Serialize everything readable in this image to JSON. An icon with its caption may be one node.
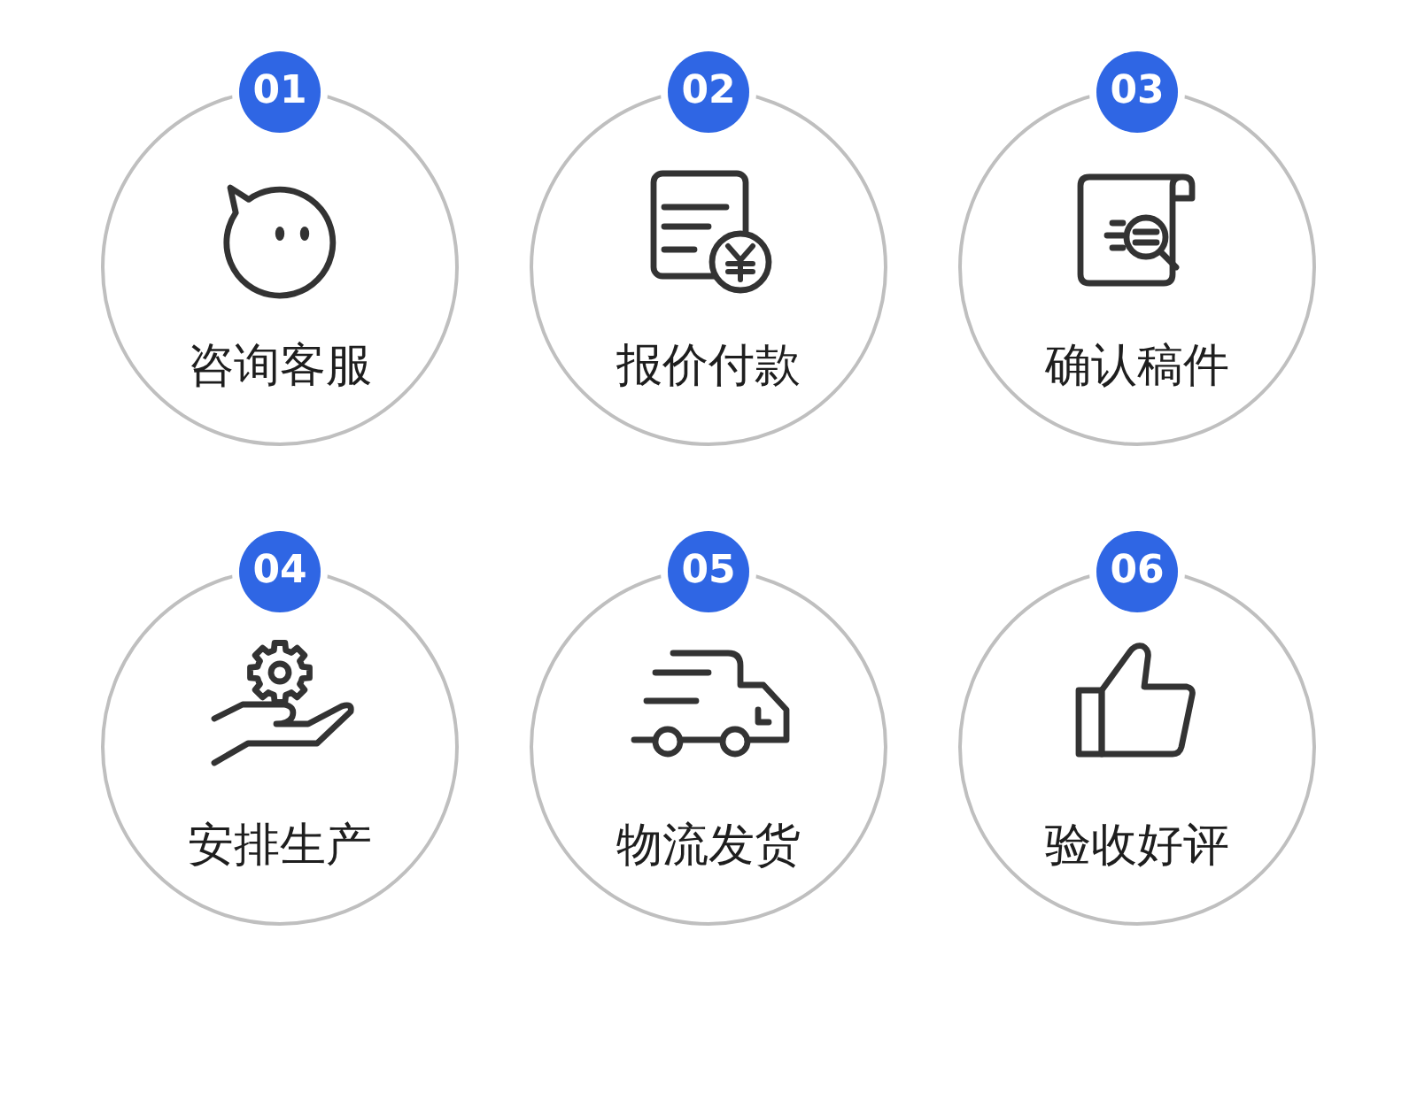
{
  "diagram": {
    "nodes": [
      {
        "text": [
          "01"
        ]
      },
      {
        "text": [
          "咨询客服"
        ]
      },
      {
        "text": [
          "02"
        ]
      },
      {
        "text": [
          "报价付款"
        ]
      },
      {
        "text": [
          "03"
        ]
      },
      {
        "text": [
          "确认稿件"
        ]
      },
      {
        "text": [
          "04"
        ]
      },
      {
        "text": [
          "安排生产"
        ]
      },
      {
        "text": [
          "05"
        ]
      },
      {
        "text": [
          "物流发货"
        ]
      },
      {
        "text": [
          "06"
        ]
      },
      {
        "text": [
          "验收好评"
        ]
      }
    ]
  }
}
